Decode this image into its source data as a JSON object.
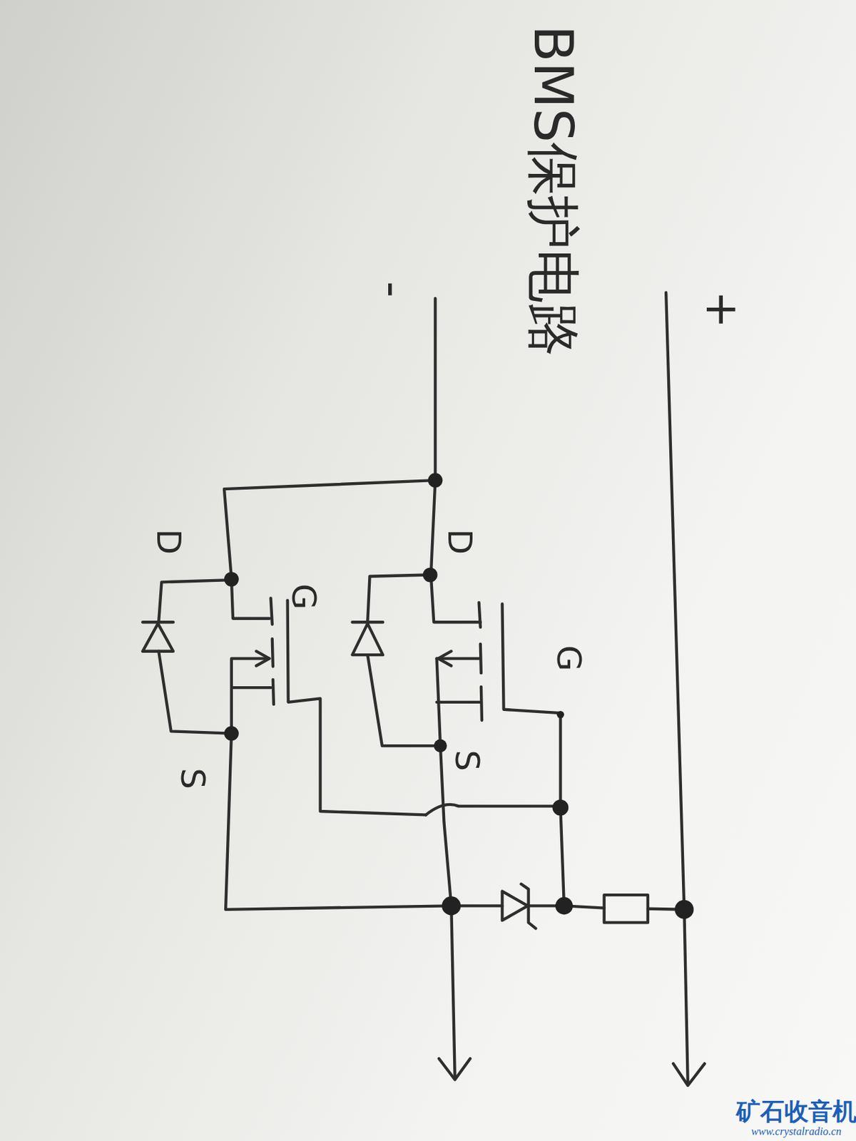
{
  "diagram": {
    "title": "BMS保护电路",
    "labels": [
      "-",
      "+",
      "D",
      "G",
      "S",
      "D",
      "G",
      "S",
      "矿石收音机",
      "www.crystalradio.cn"
    ]
  }
}
